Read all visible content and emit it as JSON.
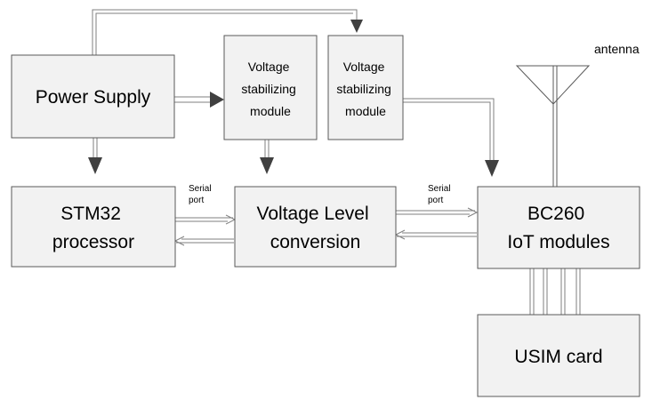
{
  "blocks": {
    "power_supply": "Power Supply",
    "vs1": [
      "Voltage",
      "stabilizing",
      "module"
    ],
    "vs2": [
      "Voltage",
      "stabilizing",
      "module"
    ],
    "stm32": [
      "STM32",
      "processor"
    ],
    "vlc": [
      "Voltage Level",
      "conversion"
    ],
    "bc260": [
      "BC260",
      "IoT modules"
    ],
    "usim": "USIM card"
  },
  "labels": {
    "serial1": [
      "Serial",
      "port"
    ],
    "serial2": [
      "Serial",
      "port"
    ],
    "antenna": "antenna"
  }
}
